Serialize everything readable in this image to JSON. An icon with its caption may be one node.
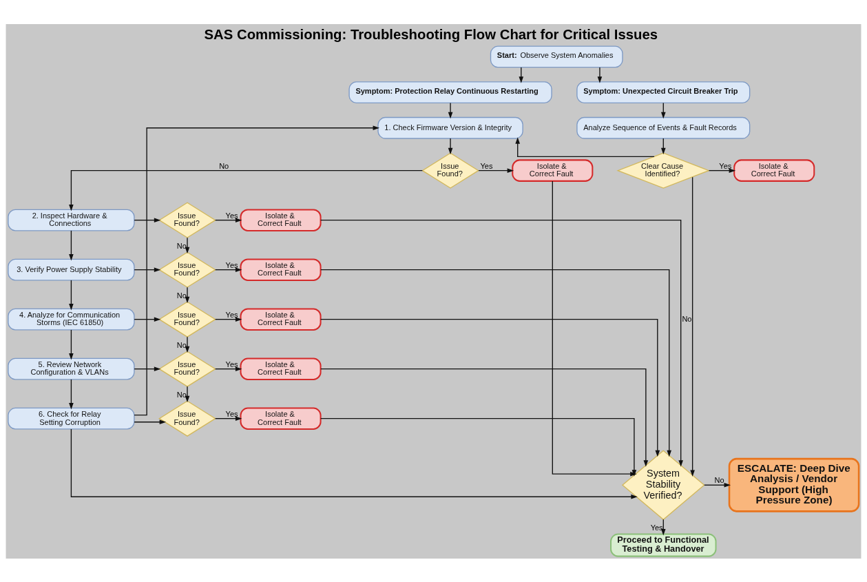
{
  "diagram": {
    "title": "SAS Commissioning: Troubleshooting Flow Chart for Critical Issues",
    "nodes": [
      {
        "text": [
          "**Start:** Observe System Anomalies"
        ]
      },
      {
        "text": [
          "Symptom: Protection Relay Continuous Restarting"
        ]
      },
      {
        "text": [
          "Symptom: Unexpected Circuit Breaker Trip"
        ]
      },
      {
        "text": [
          "1. Check Firmware Version & Integrity"
        ]
      },
      {
        "text": [
          "Analyze Sequence of Events & Fault Records"
        ]
      },
      {
        "text": [
          "Issue Found?"
        ]
      },
      {
        "text": [
          "Isolate & Correct Fault"
        ]
      },
      {
        "text": [
          "Clear Cause Identified?"
        ]
      },
      {
        "text": [
          "Isolate & Correct Fault"
        ]
      },
      {
        "text": [
          "2. Inspect Hardware & Connections"
        ]
      },
      {
        "text": [
          "Issue Found?"
        ]
      },
      {
        "text": [
          "Isolate & Correct Fault"
        ]
      },
      {
        "text": [
          "3. Verify Power Supply Stability"
        ]
      },
      {
        "text": [
          "Issue Found?"
        ]
      },
      {
        "text": [
          "Isolate & Correct Fault"
        ]
      },
      {
        "text": [
          "4. Analyze for Communication Storms (IEC 61850)"
        ]
      },
      {
        "text": [
          "Issue Found?"
        ]
      },
      {
        "text": [
          "Isolate & Correct Fault"
        ]
      },
      {
        "text": [
          "5. Review Network Configuration & VLANs"
        ]
      },
      {
        "text": [
          "Issue Found?"
        ]
      },
      {
        "text": [
          "Isolate & Correct Fault"
        ]
      },
      {
        "text": [
          "6. Check for Relay Setting Corruption"
        ]
      },
      {
        "text": [
          "Issue Found?"
        ]
      },
      {
        "text": [
          "Isolate & Correct Fault"
        ]
      },
      {
        "text": [
          "System Stability Verified?"
        ]
      },
      {
        "text": [
          "ESCALATE: Deep Dive Analysis / Vendor Support (High Pressure Zone)"
        ]
      },
      {
        "text": [
          "Proceed to Functional Testing & Handover"
        ]
      }
    ],
    "edges": [
      {
        "from": 0,
        "to": 1,
        "arrow": "to"
      },
      {
        "from": 0,
        "to": 2,
        "arrow": "to"
      },
      {
        "from": 1,
        "to": 3,
        "arrow": "to"
      },
      {
        "from": 2,
        "to": 4,
        "arrow": "to"
      },
      {
        "from": 3,
        "to": 5,
        "arrow": "to"
      },
      {
        "from": 4,
        "to": 7,
        "arrow": "to"
      },
      {
        "from": 5,
        "to": 6,
        "arrow": "to",
        "label": "Yes"
      },
      {
        "from": 5,
        "to": 9,
        "arrow": "to",
        "label": "No"
      },
      {
        "from": 6,
        "to": 24,
        "arrow": "to"
      },
      {
        "from": 7,
        "to": 8,
        "arrow": "to",
        "label": "Yes"
      },
      {
        "from": 7,
        "to": 24,
        "arrow": "to",
        "label": "No"
      },
      {
        "from": 7,
        "to": 3,
        "arrow": "to"
      },
      {
        "from": 9,
        "to": 10,
        "arrow": "to"
      },
      {
        "from": 9,
        "to": 12,
        "arrow": "to"
      },
      {
        "from": 10,
        "to": 11,
        "arrow": "to",
        "label": "Yes"
      },
      {
        "from": 10,
        "to": 13,
        "arrow": "to",
        "label": "No"
      },
      {
        "from": 11,
        "to": 24,
        "arrow": "to"
      },
      {
        "from": 12,
        "to": 13,
        "arrow": "to"
      },
      {
        "from": 12,
        "to": 15,
        "arrow": "to"
      },
      {
        "from": 13,
        "to": 14,
        "arrow": "to",
        "label": "Yes"
      },
      {
        "from": 13,
        "to": 16,
        "arrow": "to",
        "label": "No"
      },
      {
        "from": 14,
        "to": 24,
        "arrow": "to"
      },
      {
        "from": 15,
        "to": 16,
        "arrow": "to"
      },
      {
        "from": 15,
        "to": 18,
        "arrow": "to"
      },
      {
        "from": 16,
        "to": 17,
        "arrow": "to",
        "label": "Yes"
      },
      {
        "from": 16,
        "to": 19,
        "arrow": "to",
        "label": "No"
      },
      {
        "from": 17,
        "to": 24,
        "arrow": "to"
      },
      {
        "from": 18,
        "to": 19,
        "arrow": "to"
      },
      {
        "from": 18,
        "to": 21,
        "arrow": "to"
      },
      {
        "from": 19,
        "to": 20,
        "arrow": "to",
        "label": "Yes"
      },
      {
        "from": 19,
        "to": 22,
        "arrow": "to",
        "label": "No"
      },
      {
        "from": 20,
        "to": 24,
        "arrow": "to"
      },
      {
        "from": 21,
        "to": 3,
        "arrow": "to"
      },
      {
        "from": 21,
        "to": 22,
        "arrow": "to"
      },
      {
        "from": 21,
        "to": 24,
        "arrow": "to"
      },
      {
        "from": 22,
        "to": 23,
        "arrow": "to",
        "label": "Yes"
      },
      {
        "from": 23,
        "to": 24,
        "arrow": "to"
      },
      {
        "from": 24,
        "to": 25,
        "arrow": "to",
        "label": "No"
      },
      {
        "from": 24,
        "to": 26,
        "arrow": "to",
        "label": "Yes"
      }
    ]
  }
}
